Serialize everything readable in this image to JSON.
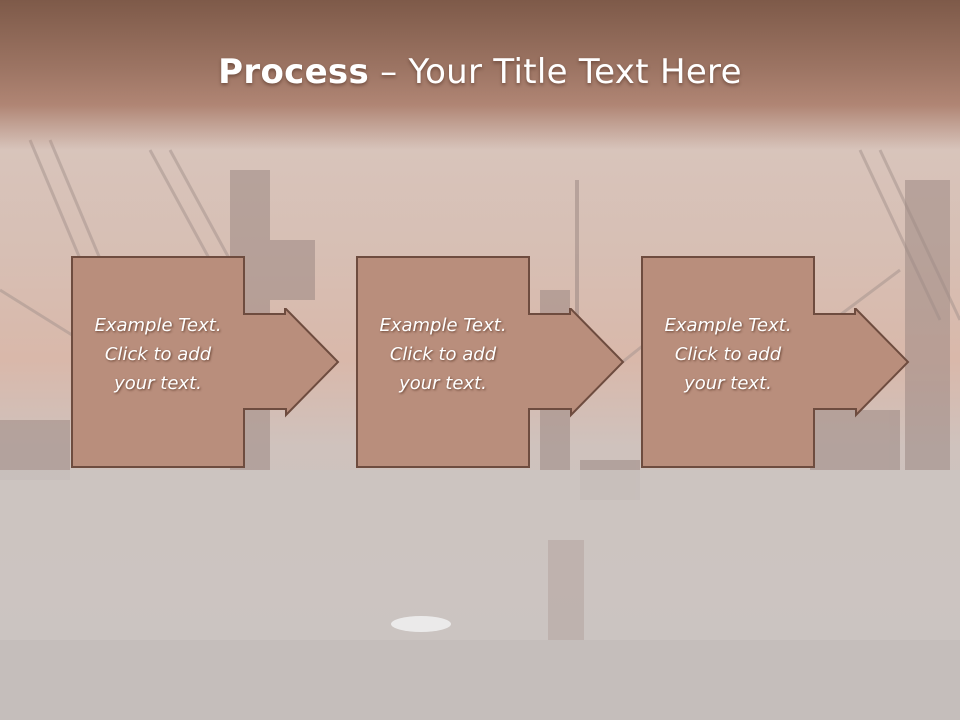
{
  "slide": {
    "title_bold": "Process",
    "title_rest": " – Your Title Text Here"
  },
  "steps": [
    {
      "line1": "Example Text.",
      "line2": "Click  to add",
      "line3": "your text."
    },
    {
      "line1": "Example Text.",
      "line2": "Click  to add",
      "line3": "your text."
    },
    {
      "line1": "Example Text.",
      "line2": "Click  to add",
      "line3": "your text."
    }
  ],
  "colors": {
    "box_fill": "#b98e7c",
    "box_stroke": "#6e4c3f",
    "title_band": "#8c6553"
  }
}
